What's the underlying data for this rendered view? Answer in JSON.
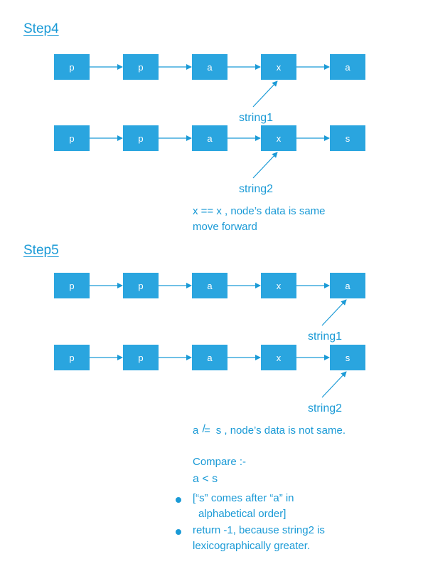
{
  "step4": {
    "heading": "Step4",
    "list1": {
      "nodes": [
        "p",
        "p",
        "a",
        "x",
        "a"
      ],
      "pointer_label": "string1",
      "pointer_node": 3
    },
    "list2": {
      "nodes": [
        "p",
        "p",
        "a",
        "x",
        "s"
      ],
      "pointer_label": "string2",
      "pointer_node": 3
    },
    "note_line1": "x == x ,   node’s data is same",
    "note_line2": "move forward"
  },
  "step5": {
    "heading": "Step5",
    "list1": {
      "nodes": [
        "p",
        "p",
        "a",
        "x",
        "a"
      ],
      "pointer_label": "string1",
      "pointer_node": 4
    },
    "list2": {
      "nodes": [
        "p",
        "p",
        "a",
        "x",
        "s"
      ],
      "pointer_label": "string2",
      "pointer_node": 4
    },
    "neq_left": "a",
    "neq_symbol": "=",
    "neq_right": "s ,   node’s data is not same.",
    "compare_label": "Compare :-",
    "compare_expr": "a < s",
    "bullet1_line1": "[“s” comes after  “a” in",
    "bullet1_line2": "alphabetical order]",
    "bullet2_line1": "return -1, because string2 is",
    "bullet2_line2": "lexicographically greater."
  },
  "colors": {
    "node_fill": "#2aa5df",
    "accent": "#1a9ad6",
    "background": "#ffffff"
  }
}
